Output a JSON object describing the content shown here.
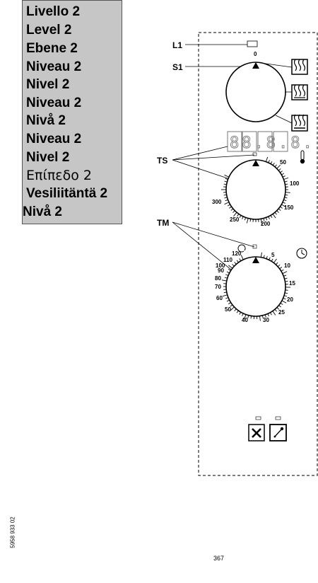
{
  "levels": [
    "Livello 2",
    "Level 2",
    "Ebene 2",
    "Niveau 2",
    "Nivel 2",
    "Niveau 2",
    "Nivå 2",
    "Niveau 2",
    "Nivel 2",
    "Επίπεδο 2",
    "Vesiliitäntä 2",
    "Nivå 2"
  ],
  "labels": {
    "l1": "L1",
    "s1": "S1",
    "ts": "TS",
    "tm": "TM"
  },
  "selector_zero": "0",
  "display_digits": "88.8.8.",
  "thermostat_ticks": [
    "50",
    "100",
    "150",
    "200",
    "250",
    "300"
  ],
  "timer_ticks": [
    "5",
    "10",
    "15",
    "20",
    "25",
    "30",
    "40",
    "50",
    "60",
    "70",
    "80",
    "90",
    "100",
    "110",
    "120"
  ],
  "doc_id": "5958 933 02",
  "page_number": "367"
}
